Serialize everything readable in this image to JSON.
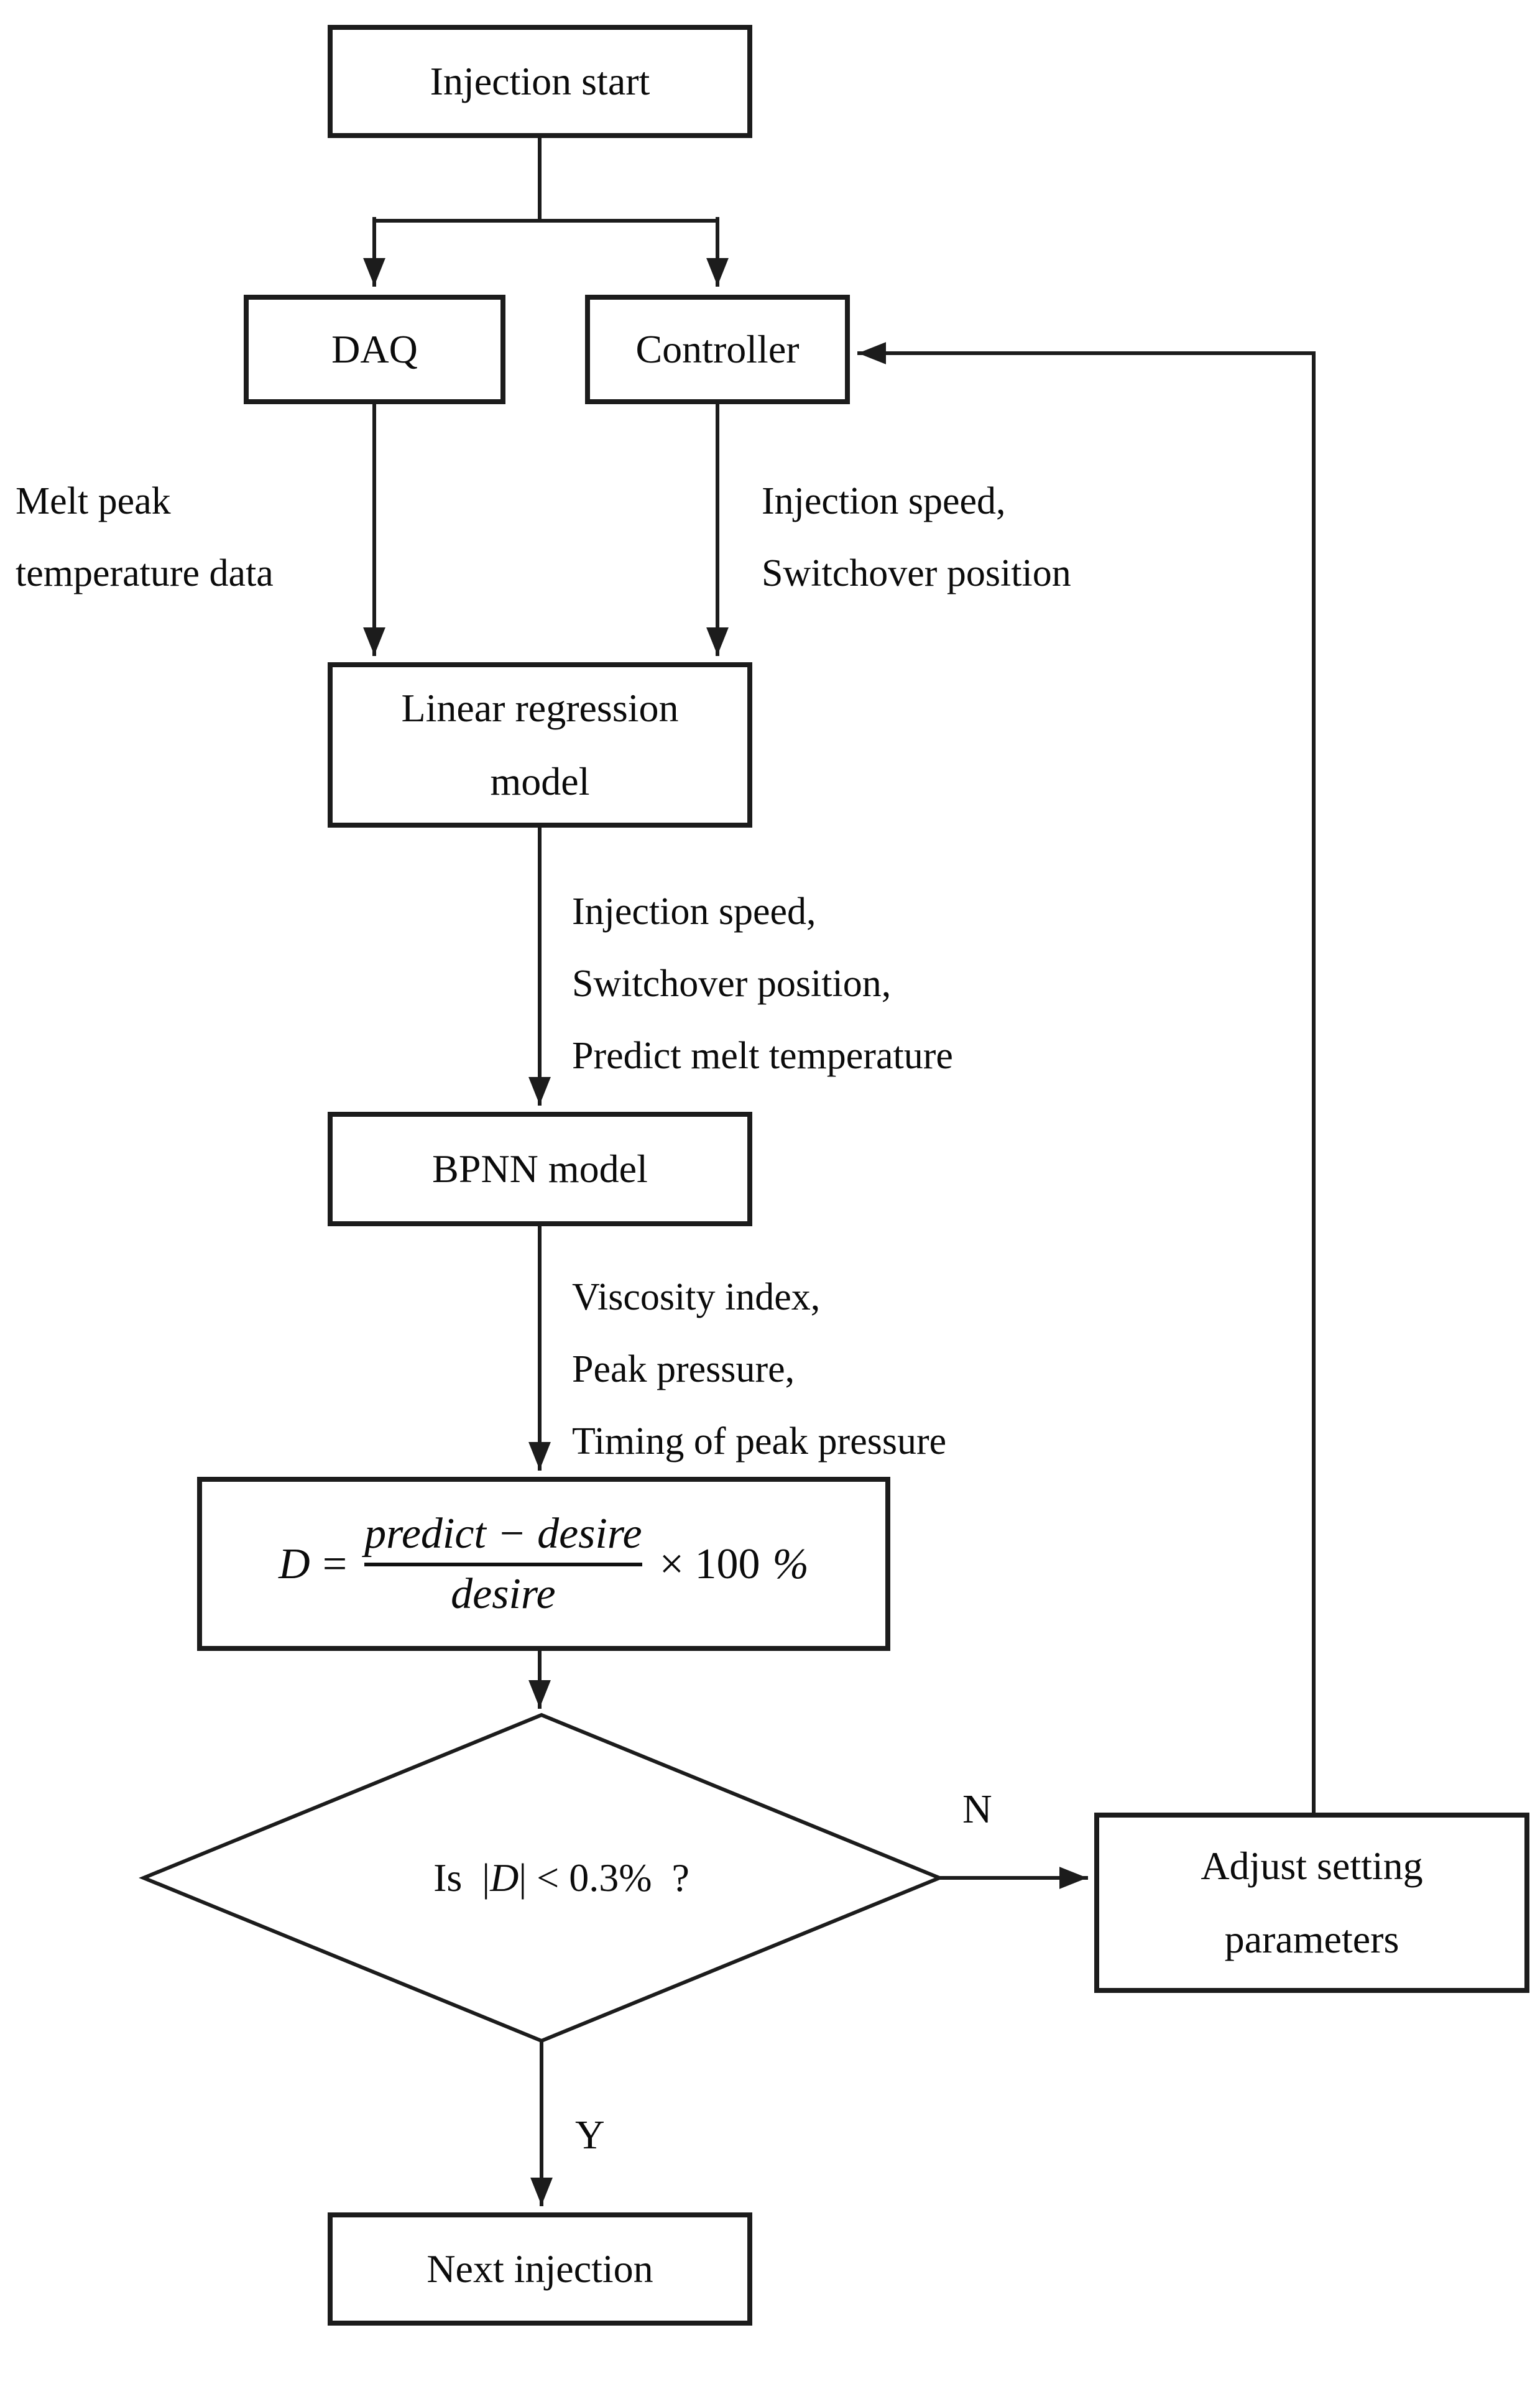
{
  "nodes": {
    "injection_start": {
      "label": "Injection start"
    },
    "daq": {
      "label": "DAQ"
    },
    "controller": {
      "label": "Controller"
    },
    "linear_regression": {
      "line1": "Linear regression",
      "line2": "model"
    },
    "bpnn": {
      "label": "BPNN model"
    },
    "formula": {
      "lhs": "D",
      "equals": "=",
      "numerator": "predict − desire",
      "denominator": "desire",
      "times": "× 100",
      "percent": "%"
    },
    "decision": {
      "text_before": "Is  |",
      "variable": "D",
      "text_after": "| < 0.3%  ?"
    },
    "adjust": {
      "line1": "Adjust setting",
      "line2": "parameters"
    },
    "next_injection": {
      "label": "Next injection"
    }
  },
  "edge_labels": {
    "melt_peak": {
      "line1": "Melt peak",
      "line2": "temperature data"
    },
    "controller_out": {
      "line1": "Injection speed,",
      "line2": "Switchover position"
    },
    "lr_out": {
      "line1": "Injection speed,",
      "line2": "Switchover position,",
      "line3": "Predict melt temperature"
    },
    "bpnn_out": {
      "line1": "Viscosity index,",
      "line2": "Peak pressure,",
      "line3": "Timing of peak pressure"
    },
    "no": "N",
    "yes": "Y"
  },
  "colors": {
    "line": "#1c1c1c",
    "background": "#ffffff",
    "text": "#0b0b0b"
  }
}
